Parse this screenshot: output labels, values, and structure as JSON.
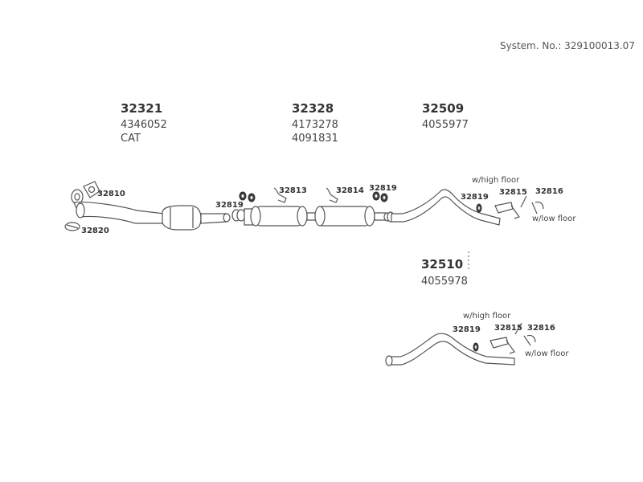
{
  "system_number": "System. No.: 329100013.07",
  "groups": [
    {
      "part": "32321",
      "numbers": [
        "4346052",
        "CAT"
      ]
    },
    {
      "part": "32328",
      "numbers": [
        "4173278",
        "4091831"
      ]
    },
    {
      "part": "32509",
      "numbers": [
        "4055977"
      ]
    },
    {
      "part": "32510",
      "numbers": [
        "4055978"
      ]
    }
  ],
  "callouts": {
    "c32810": "32810",
    "c32820": "32820",
    "c32819_a": "32819",
    "c32813": "32813",
    "c32814": "32814",
    "c32819_b": "32819",
    "c32819_c": "32819",
    "c32815_a": "32815",
    "c32816_a": "32816",
    "c32819_d": "32819",
    "c32815_b": "32815",
    "c32816_b": "32816"
  },
  "notes": {
    "high_floor_a": "w/high floor",
    "low_floor_a": "w/low floor",
    "high_floor_b": "w/high floor",
    "low_floor_b": "w/low floor"
  }
}
